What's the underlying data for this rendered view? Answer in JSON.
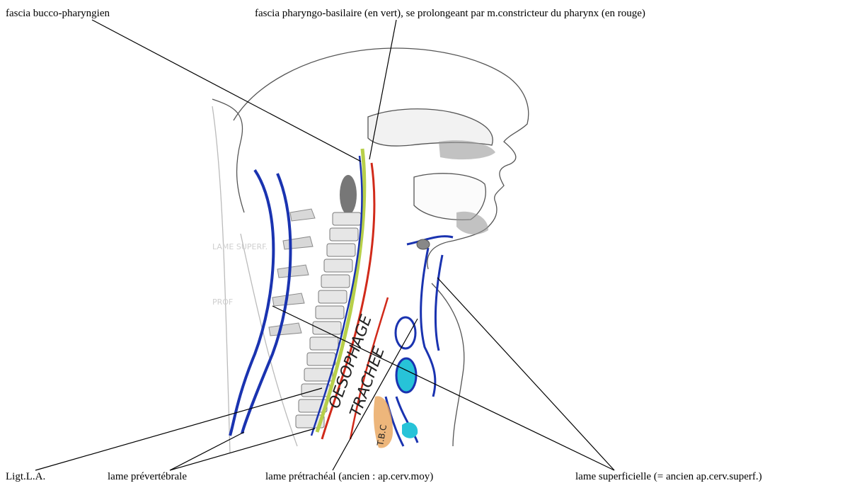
{
  "labels": {
    "fascia_bucco": "fascia bucco-pharyngien",
    "fascia_pharyngo": "fascia pharyngo-basilaire (en vert), se prolongeant par  m.constricteur du pharynx (en rouge)",
    "ligt": "Ligt.L.A.",
    "prevertebrale": "lame prévertébrale",
    "pretracheal": "lame prétrachéal   (ancien : ap.cerv.moy)",
    "superficielle": "lame superficielle (= ancien ap.cerv.superf.)"
  },
  "drawing_text": {
    "oesophage": "OESOPHAGE",
    "trachee": "TRACHEE",
    "tbc": "T.B.C",
    "faint1": "LAME SUPERF.",
    "faint2": "PROF"
  },
  "colors": {
    "fascia_blue": "#1a33b0",
    "pharyngeal_red": "#d12a1a",
    "pharyngo_green": "#b7cf4a",
    "thymus_orange": "#e9a45a",
    "thyroid_cyan": "#27c3d8",
    "vertebra_gray": "#8a8a8a"
  }
}
